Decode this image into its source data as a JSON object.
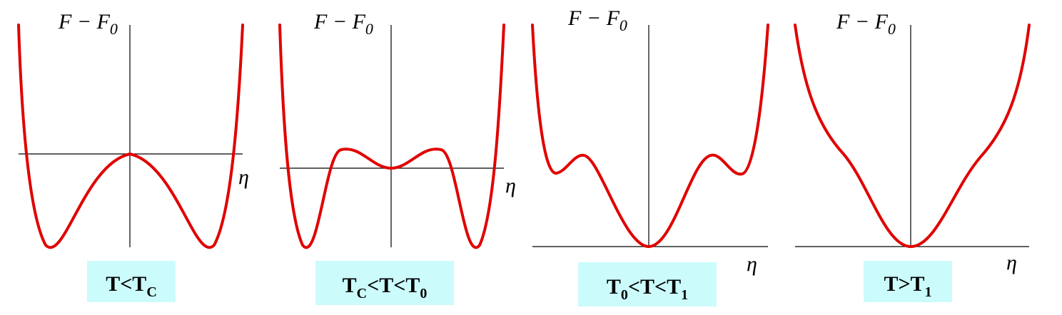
{
  "symbols": {
    "F": "F",
    "minus": " − ",
    "F0_main": "F",
    "F0_sub": "0",
    "eta": "η"
  },
  "panels": [
    {
      "id": "p1",
      "label_parts": [
        [
          "T<T",
          ""
        ],
        [
          "C",
          "sub"
        ]
      ]
    },
    {
      "id": "p2",
      "label_parts": [
        [
          "T",
          ""
        ],
        [
          "C",
          "sub"
        ],
        [
          "<T<T",
          ""
        ],
        [
          "0",
          "sub"
        ]
      ]
    },
    {
      "id": "p3",
      "label_parts": [
        [
          "T",
          ""
        ],
        [
          "0",
          "sub"
        ],
        [
          "<T<T",
          ""
        ],
        [
          "1",
          "sub"
        ]
      ]
    },
    {
      "id": "p4",
      "label_parts": [
        [
          "T>T",
          ""
        ],
        [
          "1",
          "sub"
        ]
      ]
    }
  ],
  "colors": {
    "curve": "#e00000",
    "label_bg": "#ccfbfc"
  }
}
